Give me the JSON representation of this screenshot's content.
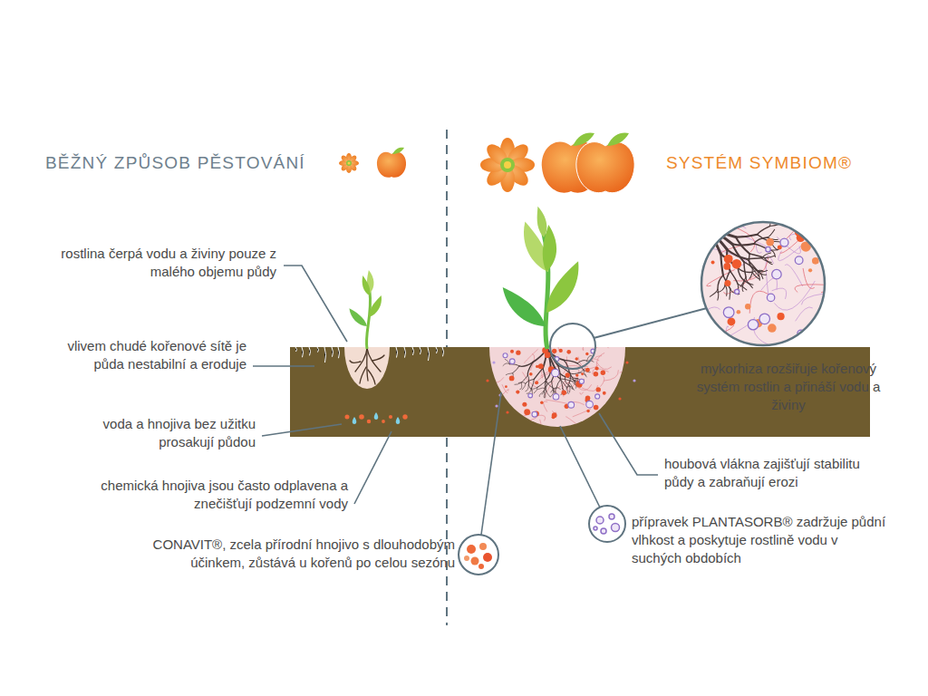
{
  "diagram": {
    "labels": [
      "BĚŽNÝ ZPŮSOB PĚSTOVÁNÍ",
      "SYSTÉM SYMBIOM®",
      "rostlina čerpá vodu a živiny pouze z malého objemu půdy",
      "vlivem chudé kořenové sítě je půda nestabilní a eroduje",
      "voda a hnojiva bez užitku prosakují půdou",
      "chemická hnojiva jsou často odplavena a znečišťují podzemní vody",
      "CONAVIT®, zcela přírodní hnojivo s dlouhodobým účinkem, zůstává u kořenů po celou sezónu",
      "mykorhiza rozšiřuje kořenový systém rostlin a přináší vodu a živiny",
      "houbová vlákna zajišťují stabilitu půdy a zabraňují erozi",
      "přípravek PLANTASORB® zadržuje půdní vlhkost a poskytuje rostlině vodu v suchých obdobích"
    ]
  }
}
